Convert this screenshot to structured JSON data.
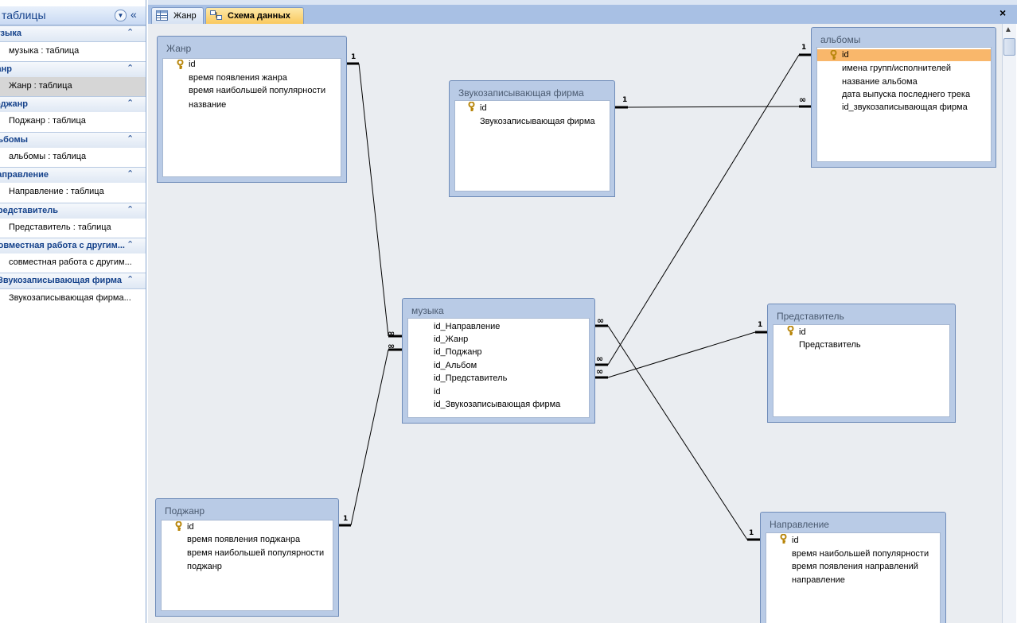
{
  "nav": {
    "title": "таблицы",
    "groups": [
      {
        "label": "музыка",
        "item": "музыка : таблица"
      },
      {
        "label": "Жанр",
        "item": "Жанр : таблица"
      },
      {
        "label": "Поджанр",
        "item": "Поджанр : таблица"
      },
      {
        "label": "альбомы",
        "item": "альбомы : таблица"
      },
      {
        "label": "Направление",
        "item": "Направление : таблица"
      },
      {
        "label": "Представитель",
        "item": "Представитель : таблица"
      },
      {
        "label": "совместная работа с другим...",
        "item": "совместная работа с другим..."
      },
      {
        "label": "Звукозаписывающая фирма",
        "item": "Звукозаписывающая фирма..."
      }
    ]
  },
  "tabs": [
    {
      "label": "Жанр"
    },
    {
      "label": "Схема данных"
    }
  ],
  "tables": {
    "zhanr": {
      "title": "Жанр",
      "fields": [
        "id",
        "время появления жанра",
        "время наибольшей популярности",
        "название"
      ]
    },
    "firma": {
      "title": "Звукозаписывающая фирма",
      "fields": [
        "id",
        "Звукозаписывающая фирма"
      ]
    },
    "albomy": {
      "title": "альбомы",
      "fields": [
        "id",
        "имена групп/исполнителей",
        "название альбома",
        "дата выпуска последнего трека",
        "id_звукозаписывающая фирма"
      ]
    },
    "muzyka": {
      "title": "музыка",
      "fields": [
        "id_Направление",
        "id_Жанр",
        "id_Поджанр",
        "id_Альбом",
        "id_Представитель",
        "id",
        "id_Звукозаписывающая фирма"
      ]
    },
    "predstavitel": {
      "title": "Представитель",
      "fields": [
        "id",
        "Представитель"
      ]
    },
    "podzhanr": {
      "title": "Поджанр",
      "fields": [
        "id",
        "время появления поджанра",
        "время наибольшей популярности",
        "поджанр"
      ]
    },
    "napravlenie": {
      "title": "Направление",
      "fields": [
        "id",
        "время наибольшей популярности",
        "время появления направлений",
        "направление"
      ]
    }
  },
  "relationships": [
    {
      "one": "Жанр",
      "many": "музыка",
      "one_label": "1",
      "many_label": "∞"
    },
    {
      "one": "Поджанр",
      "many": "музыка",
      "one_label": "1",
      "many_label": "∞"
    },
    {
      "one": "Звукозаписывающая фирма",
      "many": "альбомы",
      "one_label": "1",
      "many_label": "∞"
    },
    {
      "one": "альбомы",
      "many": "музыка",
      "one_label": "1",
      "many_label": "∞"
    },
    {
      "one": "Представитель",
      "many": "музыка",
      "one_label": "1",
      "many_label": "∞"
    },
    {
      "one": "Направление",
      "many": "музыка",
      "one_label": "1",
      "many_label": "∞"
    }
  ],
  "icons": {
    "key": "primary-key-icon",
    "nav_menu": "chevron-down-icon",
    "nav_collapse": "double-chevron-left-icon",
    "group_toggle": "double-chevron-up-icon",
    "close": "close-icon"
  },
  "colors": {
    "canvas": "#eaedf1",
    "table_header": "#b9cbe6",
    "selected_field": "#f9b76b",
    "nav_group_text": "#15428b",
    "active_tab": "#f9c75a"
  }
}
